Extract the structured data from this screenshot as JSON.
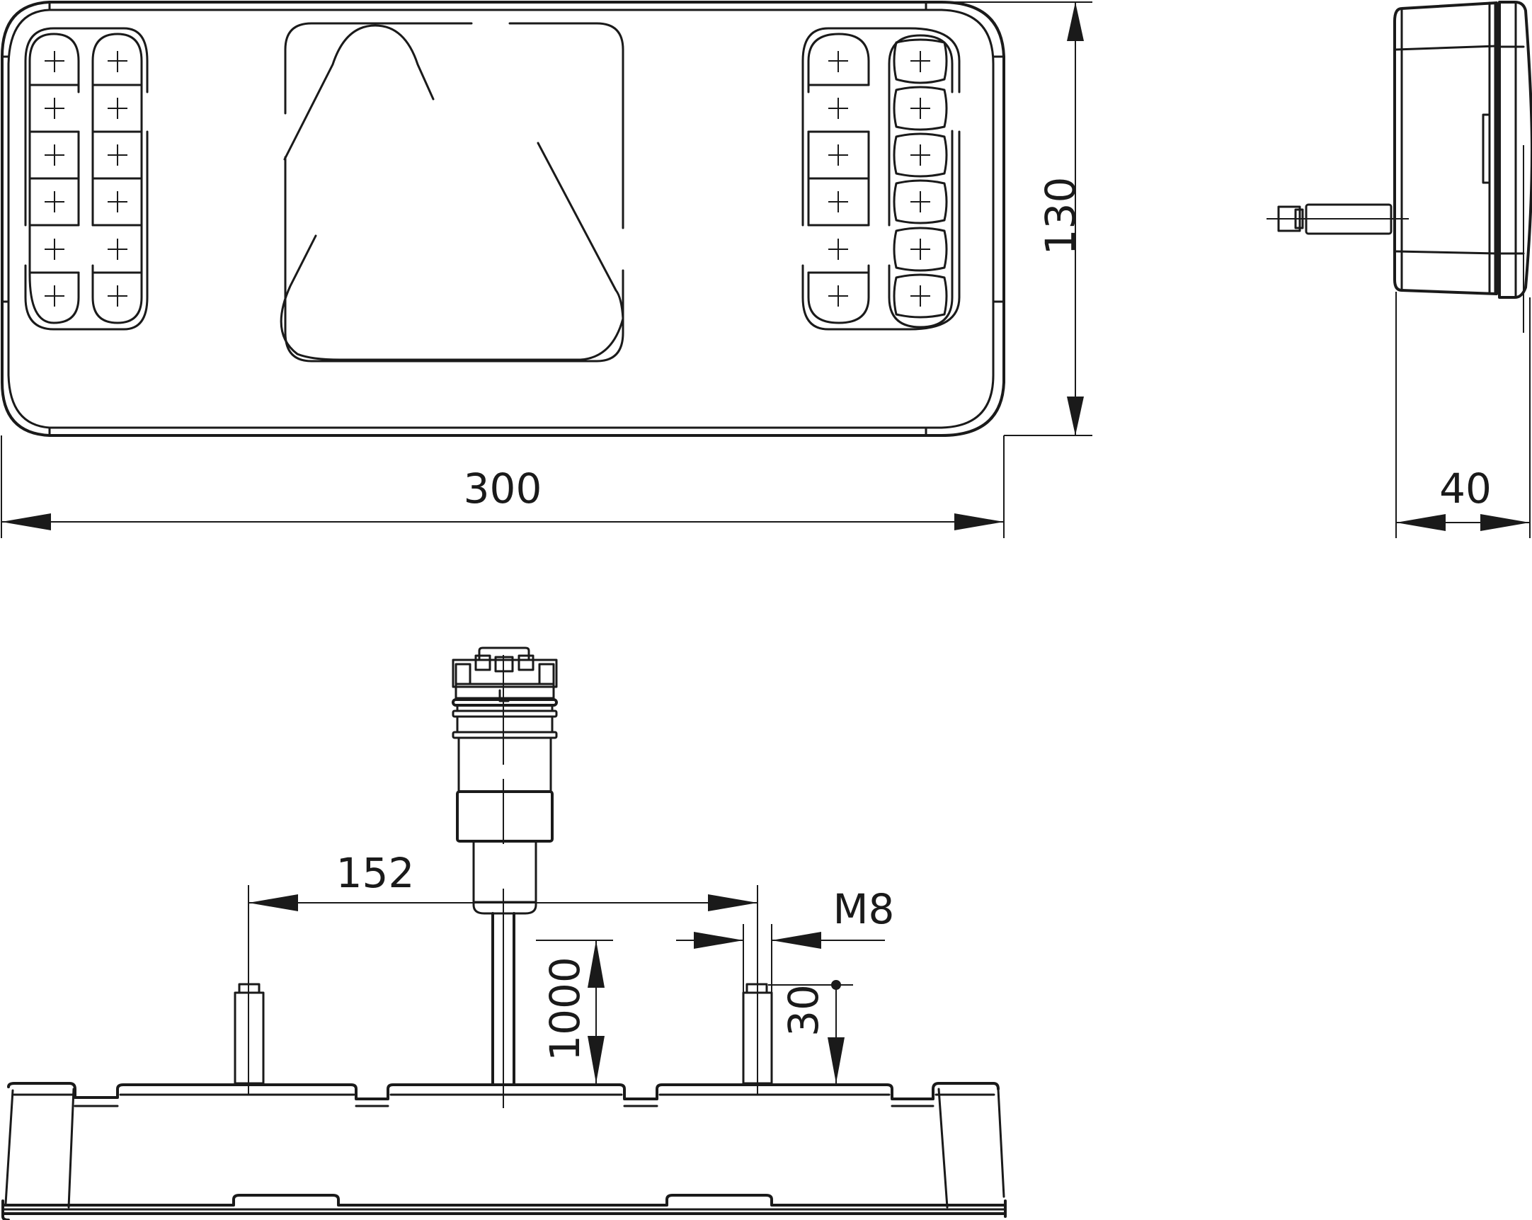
{
  "drawing": {
    "title": "LED rear combination lamp - technical dimension drawing",
    "views": [
      {
        "name": "front-view",
        "description": "front view of lamp lens"
      },
      {
        "name": "side-view",
        "description": "side profile with M8 stud"
      },
      {
        "name": "top-view",
        "description": "top view with cable connector and studs"
      }
    ]
  },
  "dimensions": {
    "width": "300",
    "height": "130",
    "depth": "40",
    "stud_spacing": "152",
    "cable_length": "1000",
    "stud_thread": "M8",
    "stud_length": "30"
  },
  "front_view": {
    "left_columns": 2,
    "right_columns": 2,
    "cells_per_column": 6,
    "center_symbol": "rounded-triangle-reflector"
  },
  "colors": {
    "line": "#1a1a1a",
    "background": "#ffffff"
  }
}
